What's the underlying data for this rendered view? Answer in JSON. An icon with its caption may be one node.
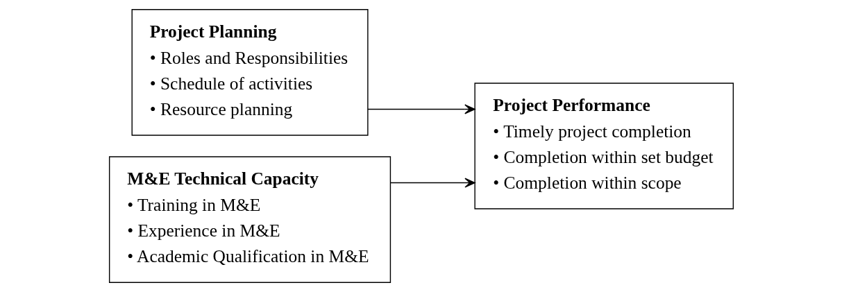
{
  "diagram": {
    "nodes": [
      {
        "text": [
          "Project Planning",
          "• Roles and Responsibilities",
          "• Schedule of activities",
          "• Resource planning"
        ]
      },
      {
        "text": [
          "M&E Technical Capacity",
          "• Training in M&E",
          "• Experience in M&E",
          "• Academic Qualification in M&E"
        ]
      },
      {
        "text": [
          "Project Performance",
          "• Timely project completion",
          "• Completion within set budget",
          "• Completion within scope"
        ]
      }
    ],
    "edges": [
      {
        "from": 0,
        "to": 2,
        "arrow": "to"
      },
      {
        "from": 1,
        "to": 2,
        "arrow": "to"
      }
    ]
  }
}
